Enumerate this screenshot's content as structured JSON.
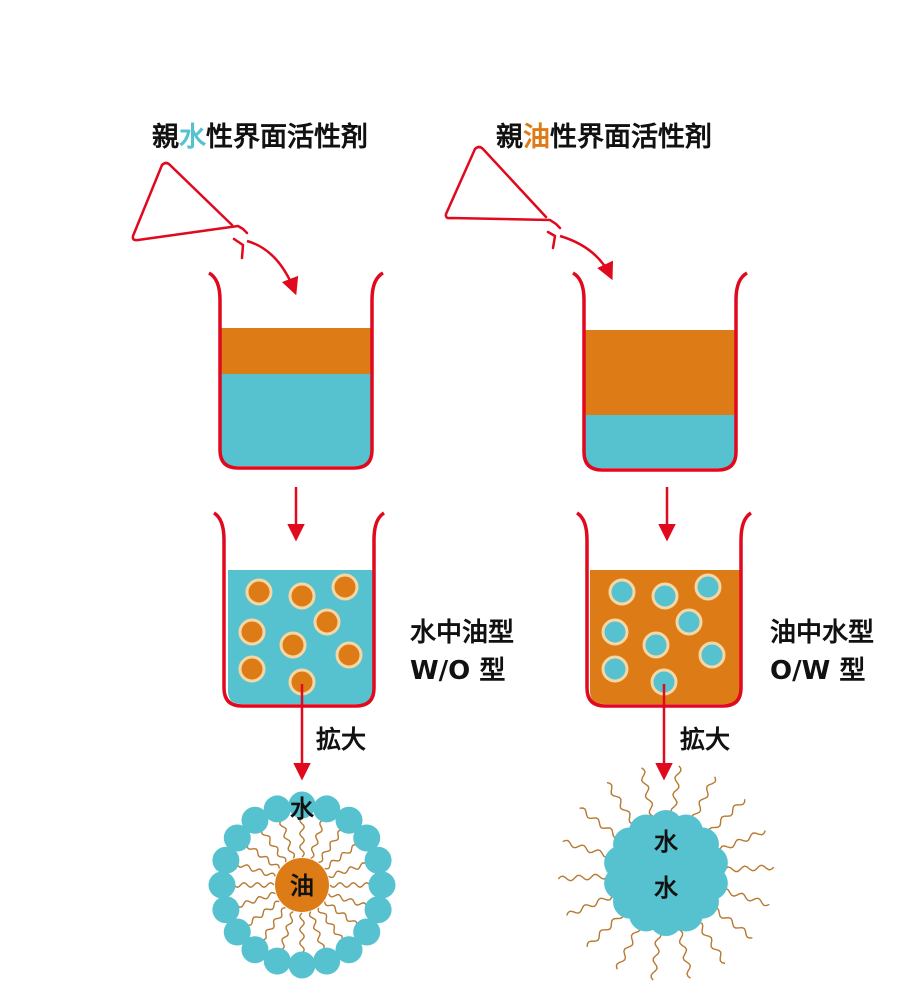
{
  "colors": {
    "water": "#56c1cf",
    "oil": "#dd7c17",
    "outline": "#e0091e",
    "drop_rim": "#f4d7a4",
    "tail": "#b77a32",
    "text": "#111111"
  },
  "left": {
    "title": {
      "prefix": "親",
      "highlight": "水",
      "suffix": "性界面活性剤"
    },
    "emulsion_type": "水中油型",
    "emulsion_code": "W/O 型",
    "enlarge": "拡大",
    "head_label": "水",
    "core_label": "油",
    "icons": [
      "flask-icon",
      "beaker-icon",
      "arrow-down-icon",
      "micelle-icon"
    ]
  },
  "right": {
    "title": {
      "prefix": "親",
      "highlight": "油",
      "suffix": "性界面活性剤"
    },
    "emulsion_type": "油中水型",
    "emulsion_code": "O/W 型",
    "enlarge": "拡大",
    "core_label_1": "水",
    "core_label_2": "水",
    "icons": [
      "flask-icon",
      "beaker-icon",
      "arrow-down-icon",
      "reverse-micelle-icon"
    ]
  }
}
